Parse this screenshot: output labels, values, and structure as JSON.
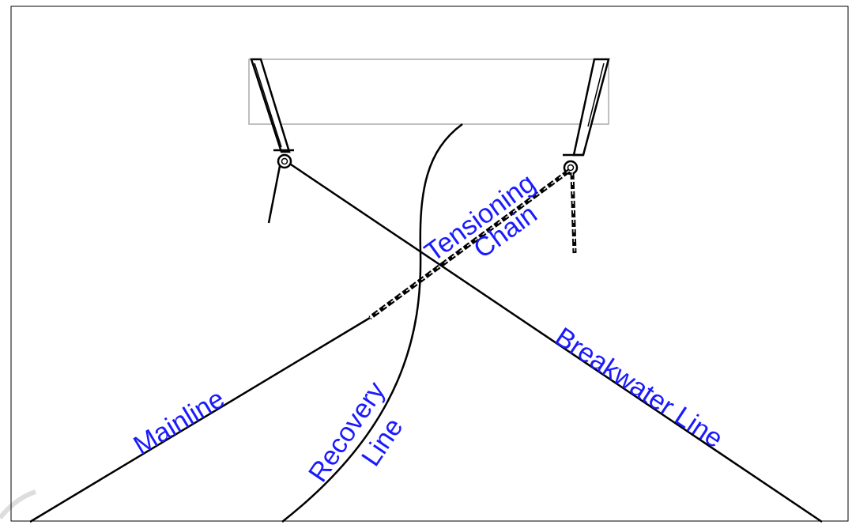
{
  "colors": {
    "label": "#1a1aff",
    "line": "#000000",
    "frame": "#000000",
    "hull": "#aaaaaa",
    "chain": "#111111"
  },
  "labels": {
    "mainline": "Mainline",
    "recovery_line_1": "Recovery",
    "recovery_line_2": "Line",
    "breakwater_line": "Breakwater Line",
    "tensioning_chain_1": "Tensioning",
    "tensioning_chain_2": "Chain"
  }
}
